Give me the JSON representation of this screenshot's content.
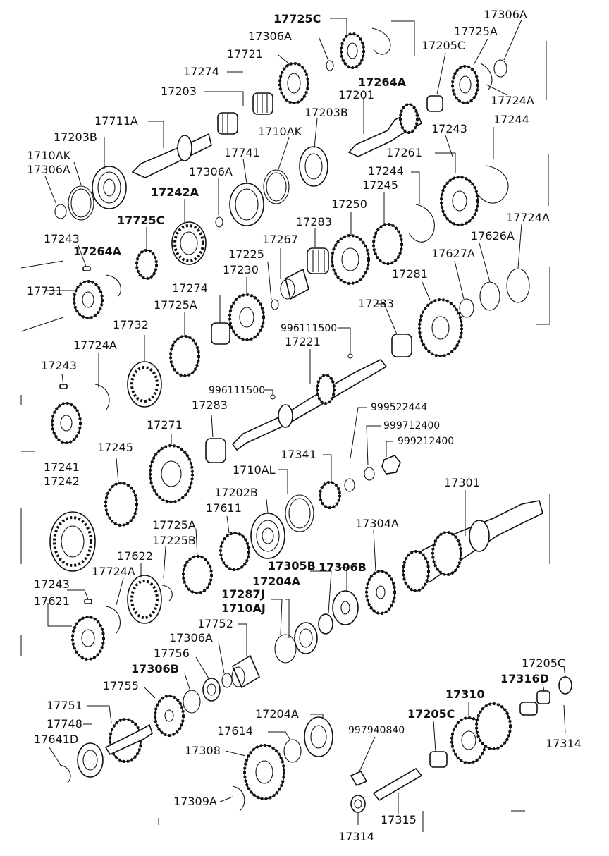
{
  "diagram": {
    "part_labels": [
      {
        "id": "p1",
        "text": "17725C",
        "bold": true
      },
      {
        "id": "p2",
        "text": "17306A"
      },
      {
        "id": "p3",
        "text": "17306A"
      },
      {
        "id": "p4",
        "text": "17725A"
      },
      {
        "id": "p5",
        "text": "17721"
      },
      {
        "id": "p6",
        "text": "17205C"
      },
      {
        "id": "p7",
        "text": "17274"
      },
      {
        "id": "p8",
        "text": "17264A",
        "bold": true
      },
      {
        "id": "p9",
        "text": "17203"
      },
      {
        "id": "p10",
        "text": "17201"
      },
      {
        "id": "p11",
        "text": "17724A"
      },
      {
        "id": "p12",
        "text": "17711A"
      },
      {
        "id": "p13",
        "text": "17203B"
      },
      {
        "id": "p14",
        "text": "17244"
      },
      {
        "id": "p15",
        "text": "17203B"
      },
      {
        "id": "p16",
        "text": "1710AK"
      },
      {
        "id": "p17",
        "text": "17243"
      },
      {
        "id": "p18",
        "text": "1710AK"
      },
      {
        "id": "p19",
        "text": "17741"
      },
      {
        "id": "p20",
        "text": "17261"
      },
      {
        "id": "p21",
        "text": "17306A"
      },
      {
        "id": "p22",
        "text": "17306A"
      },
      {
        "id": "p23",
        "text": "17244"
      },
      {
        "id": "p24",
        "text": "17242A",
        "bold": true
      },
      {
        "id": "p25",
        "text": "17245"
      },
      {
        "id": "p26",
        "text": "17250"
      },
      {
        "id": "p27",
        "text": "17725C",
        "bold": true
      },
      {
        "id": "p28",
        "text": "17283"
      },
      {
        "id": "p29",
        "text": "17724A"
      },
      {
        "id": "p30",
        "text": "17243"
      },
      {
        "id": "p31",
        "text": "17264A",
        "bold": true
      },
      {
        "id": "p32",
        "text": "17267"
      },
      {
        "id": "p33",
        "text": "17626A"
      },
      {
        "id": "p34",
        "text": "17225"
      },
      {
        "id": "p35",
        "text": "17230"
      },
      {
        "id": "p36",
        "text": "17627A"
      },
      {
        "id": "p37",
        "text": "17281"
      },
      {
        "id": "p38",
        "text": "17731"
      },
      {
        "id": "p39",
        "text": "17274"
      },
      {
        "id": "p40",
        "text": "17725A"
      },
      {
        "id": "p41",
        "text": "17283"
      },
      {
        "id": "p42",
        "text": "17732"
      },
      {
        "id": "p43",
        "text": "996111500",
        "small": true
      },
      {
        "id": "p44",
        "text": "17221"
      },
      {
        "id": "p45",
        "text": "17724A"
      },
      {
        "id": "p46",
        "text": "17243"
      },
      {
        "id": "p47",
        "text": "996111500",
        "small": true
      },
      {
        "id": "p48",
        "text": "17283"
      },
      {
        "id": "p49",
        "text": "999522444",
        "small": true
      },
      {
        "id": "p50",
        "text": "999712400",
        "small": true
      },
      {
        "id": "p51",
        "text": "17271"
      },
      {
        "id": "p52",
        "text": "999212400",
        "small": true
      },
      {
        "id": "p53",
        "text": "17245"
      },
      {
        "id": "p54",
        "text": "17341"
      },
      {
        "id": "p55",
        "text": "17241"
      },
      {
        "id": "p56",
        "text": "17242"
      },
      {
        "id": "p57",
        "text": "1710AL"
      },
      {
        "id": "p58",
        "text": "17301"
      },
      {
        "id": "p59",
        "text": "17202B"
      },
      {
        "id": "p60",
        "text": "17611"
      },
      {
        "id": "p61",
        "text": "17304A"
      },
      {
        "id": "p62",
        "text": "17725A"
      },
      {
        "id": "p63",
        "text": "17225B"
      },
      {
        "id": "p64",
        "text": "17306B",
        "bold": true
      },
      {
        "id": "p65",
        "text": "17622"
      },
      {
        "id": "p66",
        "text": "17305B",
        "bold": true
      },
      {
        "id": "p67",
        "text": "17724A"
      },
      {
        "id": "p68",
        "text": "17204A",
        "bold": true
      },
      {
        "id": "p69",
        "text": "17287J",
        "bold": true
      },
      {
        "id": "p70",
        "text": "1710AJ",
        "bold": true
      },
      {
        "id": "p71",
        "text": "17243"
      },
      {
        "id": "p72",
        "text": "17621"
      },
      {
        "id": "p73",
        "text": "17752"
      },
      {
        "id": "p74",
        "text": "17306A"
      },
      {
        "id": "p75",
        "text": "17756"
      },
      {
        "id": "p76",
        "text": "17205C"
      },
      {
        "id": "p77",
        "text": "17306B",
        "bold": true
      },
      {
        "id": "p78",
        "text": "17316D",
        "bold": true
      },
      {
        "id": "p79",
        "text": "17310",
        "bold": true
      },
      {
        "id": "p80",
        "text": "17755"
      },
      {
        "id": "p81",
        "text": "17751"
      },
      {
        "id": "p82",
        "text": "17204A"
      },
      {
        "id": "p83",
        "text": "17748"
      },
      {
        "id": "p84",
        "text": "17205C",
        "bold": true
      },
      {
        "id": "p85",
        "text": "997940840",
        "small": true
      },
      {
        "id": "p86",
        "text": "17641D"
      },
      {
        "id": "p87",
        "text": "17614"
      },
      {
        "id": "p88",
        "text": "17314"
      },
      {
        "id": "p89",
        "text": "17308"
      },
      {
        "id": "p90",
        "text": "17309A"
      },
      {
        "id": "p91",
        "text": "17315"
      },
      {
        "id": "p92",
        "text": "17314"
      }
    ]
  }
}
